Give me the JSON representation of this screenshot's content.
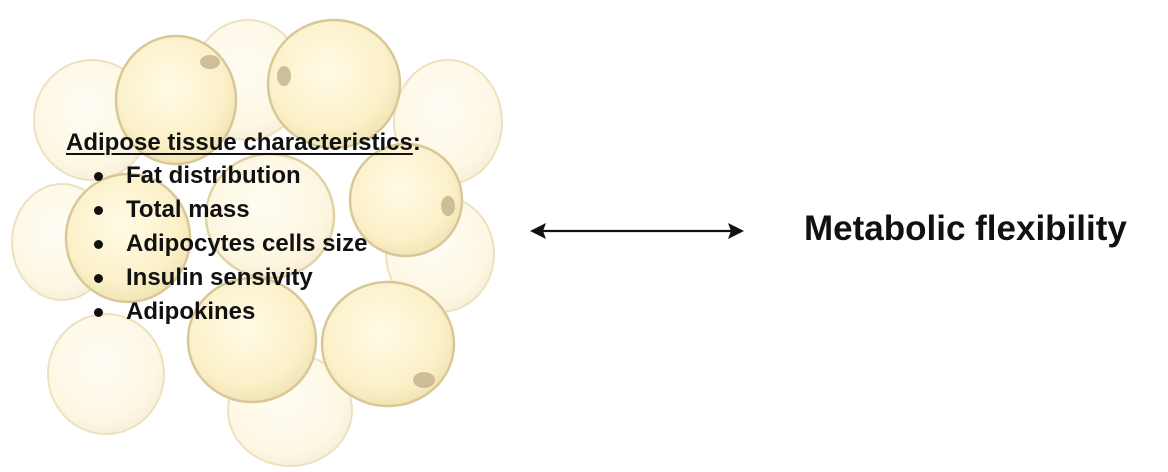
{
  "diagram": {
    "characteristics": {
      "heading": "Adipose tissue characteristics",
      "heading_suffix": ":",
      "items": [
        "Fat distribution",
        "Total mass",
        "Adipocytes cells size",
        "Insulin sensivity",
        "Adipokines"
      ]
    },
    "relation": "double-headed-arrow",
    "result": "Metabolic flexibility"
  },
  "colors": {
    "cell_fill": "#fbf0c8",
    "cell_highlight": "#fffbe6",
    "cell_outline": "#d8c898",
    "nucleus": "#bfae86",
    "text": "#111111"
  }
}
